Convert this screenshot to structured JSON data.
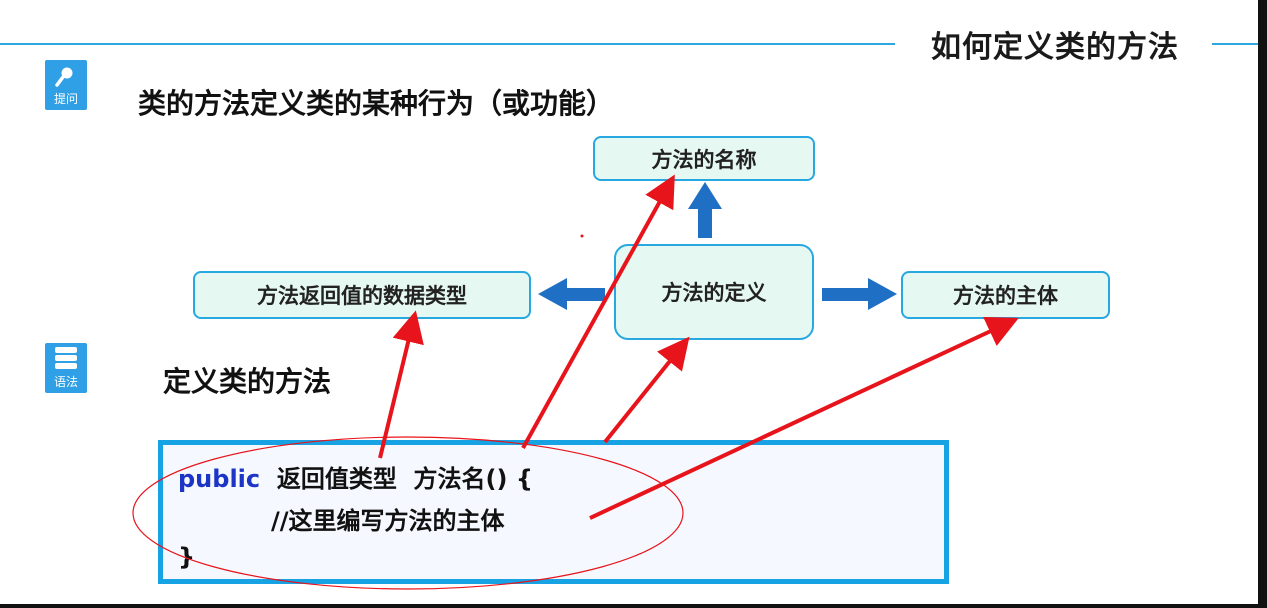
{
  "header": {
    "title": "如何定义类的方法"
  },
  "question": {
    "icon_label": "提问",
    "text": "类的方法定义类的某种行为（或功能）"
  },
  "diagram": {
    "center": "方法的定义",
    "top": "方法的名称",
    "left": "方法返回值的数据类型",
    "right": "方法的主体"
  },
  "syntax": {
    "icon_label": "语法",
    "title": "定义类的方法",
    "code": {
      "keyword": "public",
      "line1_rest": "  返回值类型  方法名() {",
      "line2": "//这里编写方法的主体",
      "line3": "}"
    }
  },
  "colors": {
    "header_line": "#2fa7e0",
    "node_fill": "#e6f8f2",
    "node_border": "#27a8e0",
    "blue_arrow": "#1f6fc4",
    "red_annotation": "#e8141b",
    "keyword": "#1d35c7"
  }
}
